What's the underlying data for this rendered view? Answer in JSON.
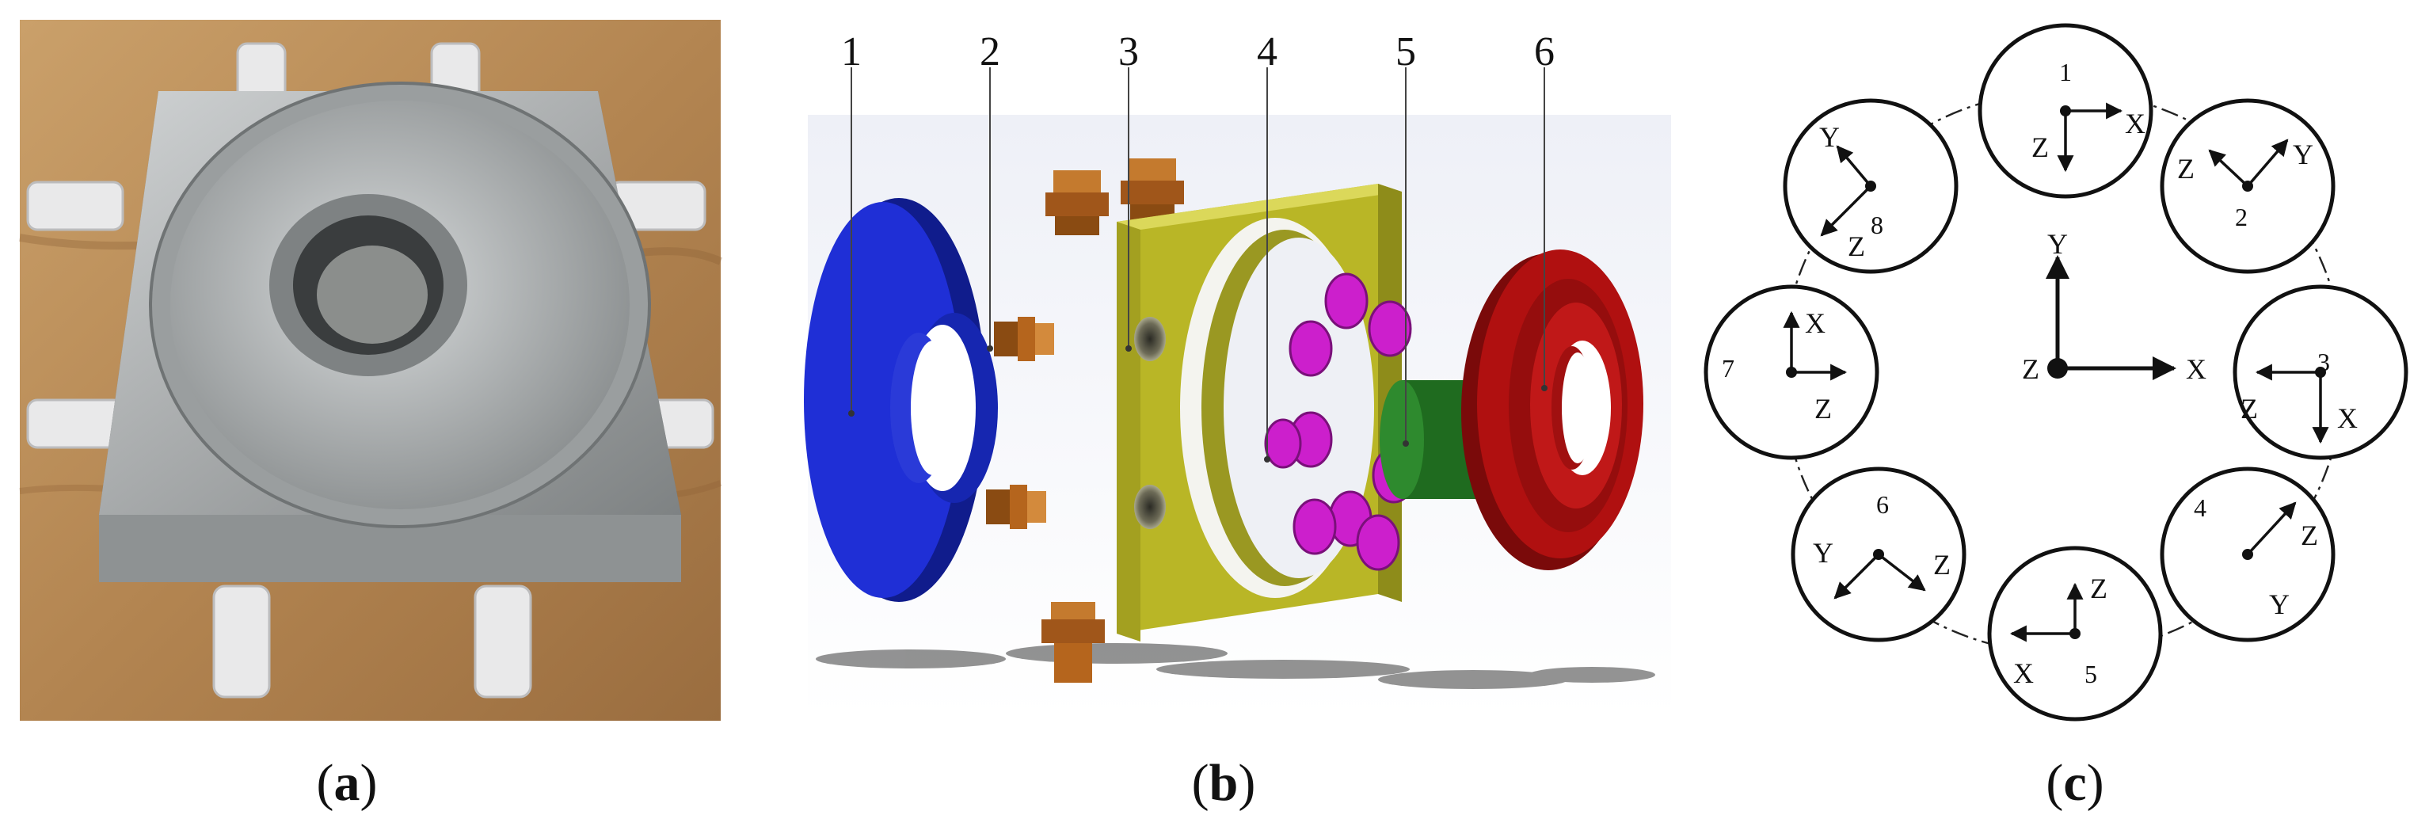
{
  "panels": {
    "a": {
      "letter": "a"
    },
    "b": {
      "letter": "b",
      "part_numbers": [
        "1",
        "2",
        "3",
        "4",
        "5",
        "6"
      ]
    },
    "c": {
      "letter": "c",
      "center_axes": {
        "x": "X",
        "y": "Y",
        "z": "Z"
      },
      "sections": [
        {
          "label": "1",
          "axes": [
            "X",
            "Z"
          ]
        },
        {
          "label": "2",
          "axes": [
            "Y",
            "Z"
          ]
        },
        {
          "label": "3",
          "axes": [
            "X",
            "Z"
          ]
        },
        {
          "label": "4",
          "axes": [
            "Z",
            "Y"
          ]
        },
        {
          "label": "5",
          "axes": [
            "Z",
            "X"
          ]
        },
        {
          "label": "6",
          "axes": [
            "Z",
            "Y"
          ]
        },
        {
          "label": "7",
          "axes": [
            "X",
            "Z"
          ]
        },
        {
          "label": "8",
          "axes": [
            "Y",
            "Z"
          ]
        }
      ]
    }
  },
  "colors": {
    "base_plate": "#1f2fd6",
    "nozzle": "#b5651d",
    "frame": "#b9b626",
    "pads": "#cc1fcc",
    "tube": "#1f6b1f",
    "cover": "#b01010",
    "metal": "#a9acad"
  }
}
